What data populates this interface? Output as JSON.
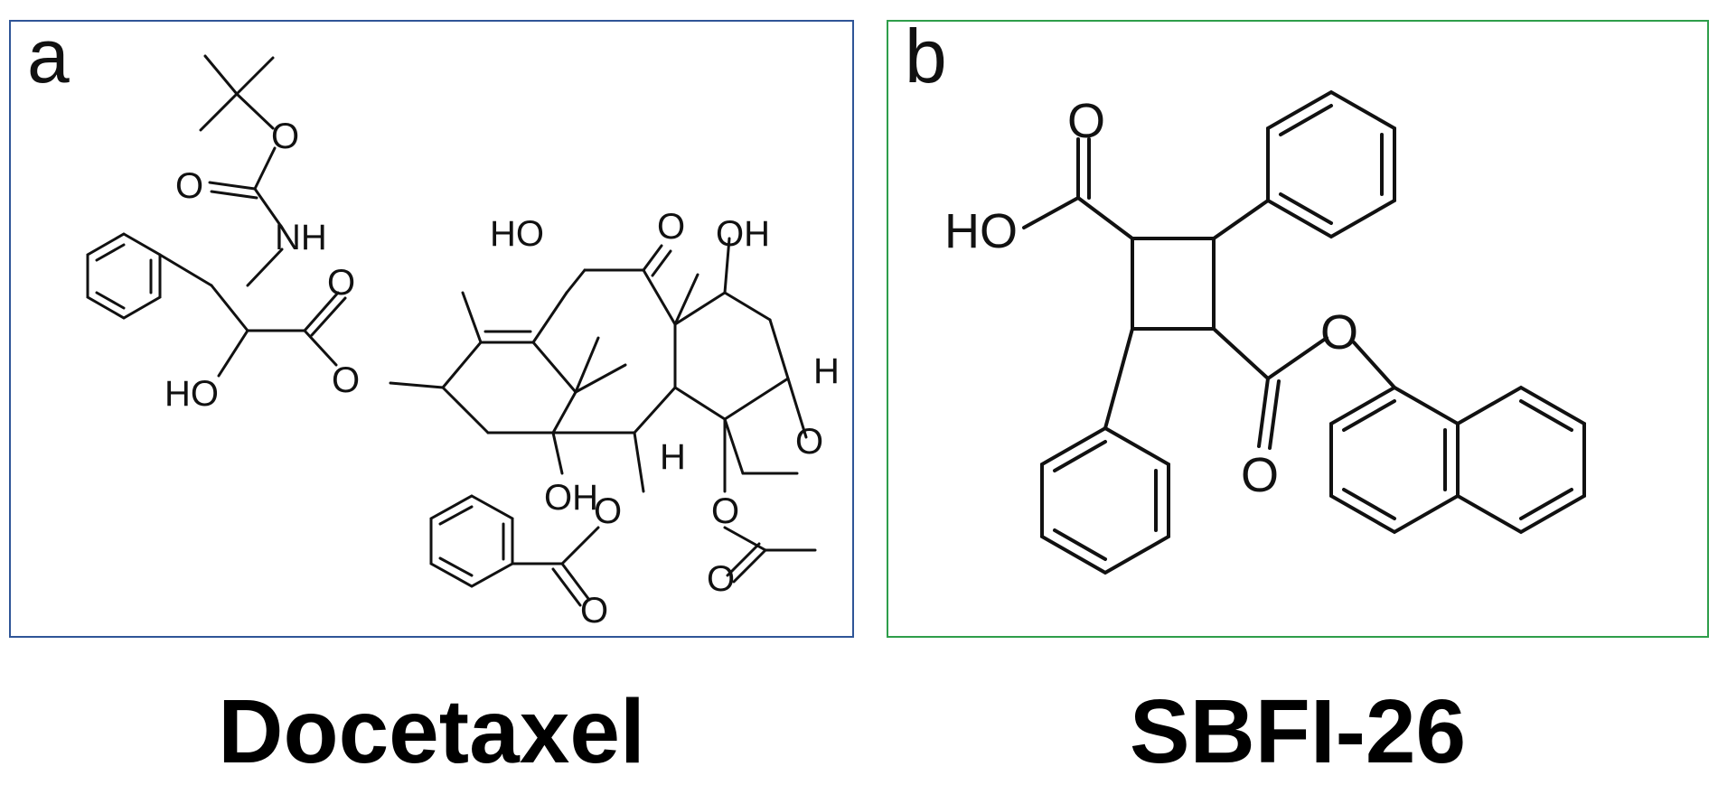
{
  "panels": [
    {
      "letter": "a",
      "compound_name": "Docetaxel",
      "border_color": "#2f5597",
      "atom_labels": [
        "O",
        "O",
        "NH",
        "O",
        "HO",
        "O",
        "HO",
        "O",
        "OH",
        "H",
        "O",
        "OH",
        "O",
        "O",
        "O",
        "H",
        "O"
      ]
    },
    {
      "letter": "b",
      "compound_name": "SBFI-26",
      "border_color": "#2e9e4a",
      "atom_labels": [
        "O",
        "HO",
        "O",
        "O"
      ]
    }
  ]
}
